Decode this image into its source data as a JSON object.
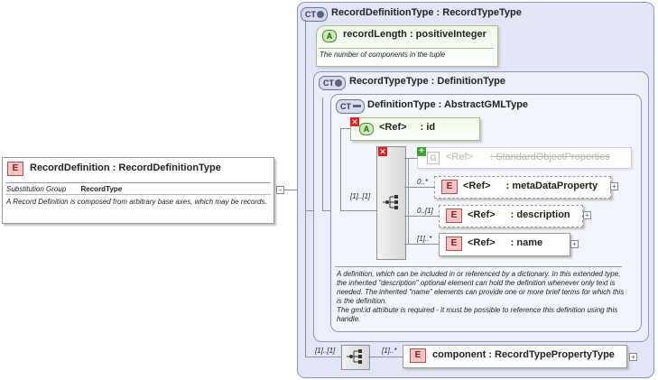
{
  "root": {
    "badge": "E",
    "name": "RecordDefinition",
    "separator": ":",
    "type": "RecordDefinitionType",
    "substitution_group_label": "Substitution Group",
    "substitution_group_value": "RecordType",
    "documentation": "A Record Definition is composed from arbitrary base axes, which may be records."
  },
  "outer_type": {
    "badge": "CT",
    "title": "RecordDefinitionType : RecordTypeType"
  },
  "record_length": {
    "badge": "A",
    "title": "recordLength : positiveInteger",
    "documentation": "The number of components in the tuple"
  },
  "mid_type": {
    "badge": "CT",
    "title": "RecordTypeType : DefinitionType"
  },
  "inner_type": {
    "badge": "CT",
    "title": "DefinitionType : AbstractGMLType"
  },
  "id_attr": {
    "badge": "A",
    "ref": "<Ref>",
    "name": ": id"
  },
  "sequence_occurrence": "[1]..[1]",
  "elements": [
    {
      "badge": "G",
      "ref": "<Ref>",
      "name": ": StandardObjectProperties",
      "occurrence": ""
    },
    {
      "badge": "E",
      "ref": "<Ref>",
      "name": ": metaDataProperty",
      "occurrence": "0..*"
    },
    {
      "badge": "E",
      "ref": "<Ref>",
      "name": ": description",
      "occurrence": "0..[1]"
    },
    {
      "badge": "E",
      "ref": "<Ref>",
      "name": ": name",
      "occurrence": "[1]..*"
    }
  ],
  "definition_doc": "A definition, which can be included in or referenced by a dictionary. In this extended type, the inherited \"description\" optional element can hold the definition whenever only text is needed. The inherited \"name\" elements can provide one or more brief terms for which this is the definition.\nThe gml:id attribute is required - it must be possible to reference this definition using this handle.",
  "outer_sequence_occurrence": "[1]..[1]",
  "component": {
    "badge": "E",
    "occurrence": "[1]..*",
    "title": "component : RecordTypePropertyType"
  },
  "expander_glyph": "+",
  "colors": {
    "ct_fill": "#e3e6f6",
    "ct_border": "#8c95bd",
    "element_badge": "#f7c4c4",
    "attribute_badge": "#c7ecb1",
    "attribute_fill": "#eefbe6"
  }
}
